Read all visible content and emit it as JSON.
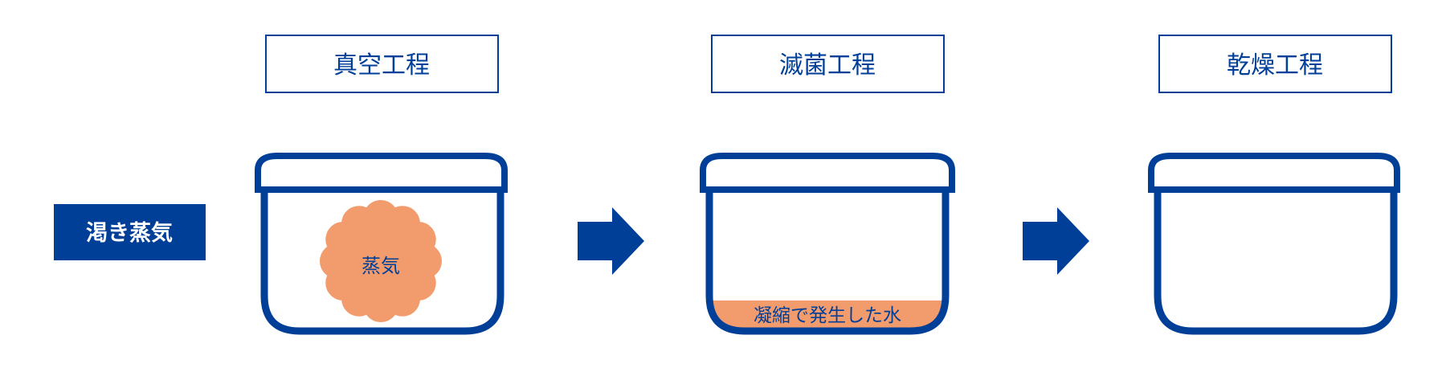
{
  "colors": {
    "blue": "#003f98",
    "orange": "#f29c6d",
    "white": "#ffffff"
  },
  "input_label": "渇き蒸気",
  "stages": [
    {
      "title": "真空工程",
      "content": "蒸気"
    },
    {
      "title": "滅菌工程",
      "content": "凝縮で発生した水"
    },
    {
      "title": "乾燥工程",
      "content": ""
    }
  ]
}
